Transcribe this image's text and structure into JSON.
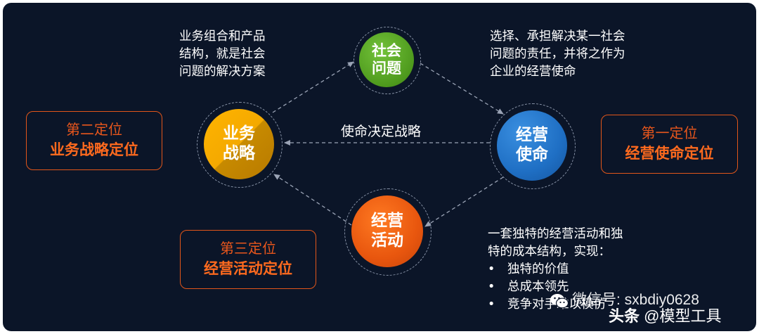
{
  "nodes": {
    "social": {
      "line1": "社会",
      "line2": "问题"
    },
    "business": {
      "line1": "业务",
      "line2": "战略"
    },
    "mission": {
      "line1": "经营",
      "line2": "使命"
    },
    "activity": {
      "line1": "经营",
      "line2": "活动"
    }
  },
  "center_label": "使命决定战略",
  "notes": {
    "top_left": [
      "业务组合和产品",
      "结构，就是社会",
      "问题的解决方案"
    ],
    "top_right": [
      "选择、承担解决某一社会",
      "问题的责任，并将之作为",
      "企业的经营使命"
    ],
    "bottom_right_intro": [
      "一套独特的经营活动和独",
      "特的成本结构，实现："
    ],
    "bottom_right_bullets": [
      "独特的价值",
      "总成本领先",
      "竞争对手难以模仿"
    ],
    "bullet_char": "•"
  },
  "boxes": {
    "second": {
      "sub": "第二定位",
      "main": "业务战略定位"
    },
    "first": {
      "sub": "第一定位",
      "main": "经营使命定位"
    },
    "third": {
      "sub": "第三定位",
      "main": "经营活动定位"
    }
  },
  "watermark": {
    "wechat": "微信号: sxbdiy0628",
    "toutiao_brand": "头条",
    "toutiao_handle": "@模型工具"
  },
  "colors": {
    "background": "#0b1528",
    "social": "#5aa524",
    "business": "#f4a900",
    "mission": "#1f6fc4",
    "activity": "#e8560e",
    "box_border": "#e2561a"
  }
}
